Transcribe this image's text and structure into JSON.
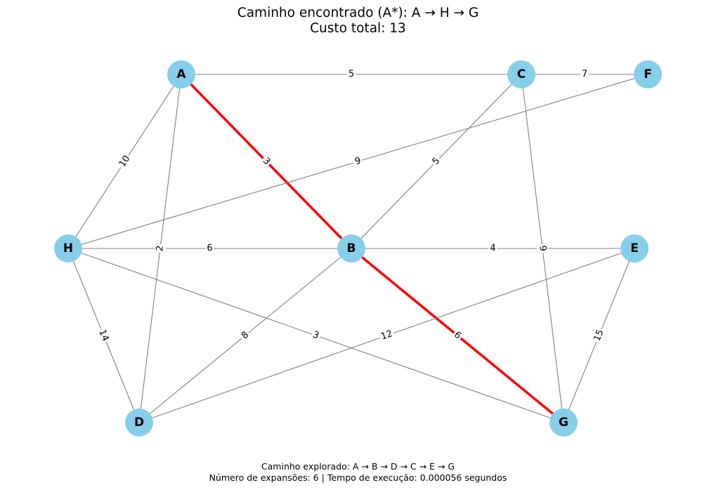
{
  "title": {
    "line1": "Caminho encontrado (A*): A → H → G",
    "line2": "Custo total: 13"
  },
  "footer": {
    "line1": "Caminho explorado: A → B → D → C → E → G",
    "line2": "Número de expansões: 6 | Tempo de execução: 0.000056 segundos"
  },
  "colors": {
    "node_fill": "#87ceeb",
    "edge": "#808080",
    "path_edge": "#ff0000"
  },
  "graph": {
    "nodes": [
      "A",
      "C",
      "F",
      "H",
      "B",
      "E",
      "D",
      "G"
    ],
    "edges": [
      {
        "from": "A",
        "to": "C",
        "weight": "5",
        "highlighted": false
      },
      {
        "from": "C",
        "to": "F",
        "weight": "7",
        "highlighted": false
      },
      {
        "from": "A",
        "to": "H",
        "weight": "10",
        "highlighted": false
      },
      {
        "from": "A",
        "to": "D",
        "weight": "2",
        "highlighted": false
      },
      {
        "from": "A",
        "to": "B",
        "weight": "3",
        "highlighted": true
      },
      {
        "from": "F",
        "to": "H",
        "weight": "9",
        "highlighted": false
      },
      {
        "from": "C",
        "to": "B",
        "weight": "5",
        "highlighted": false
      },
      {
        "from": "C",
        "to": "G",
        "weight": "9",
        "highlighted": false
      },
      {
        "from": "H",
        "to": "B",
        "weight": "6",
        "highlighted": false
      },
      {
        "from": "B",
        "to": "E",
        "weight": "4",
        "highlighted": false
      },
      {
        "from": "H",
        "to": "D",
        "weight": "14",
        "highlighted": false
      },
      {
        "from": "H",
        "to": "G",
        "weight": "3",
        "highlighted": false
      },
      {
        "from": "B",
        "to": "D",
        "weight": "8",
        "highlighted": false
      },
      {
        "from": "B",
        "to": "G",
        "weight": "6",
        "highlighted": true
      },
      {
        "from": "E",
        "to": "D",
        "weight": "12",
        "highlighted": false
      },
      {
        "from": "E",
        "to": "G",
        "weight": "15",
        "highlighted": false
      }
    ]
  }
}
